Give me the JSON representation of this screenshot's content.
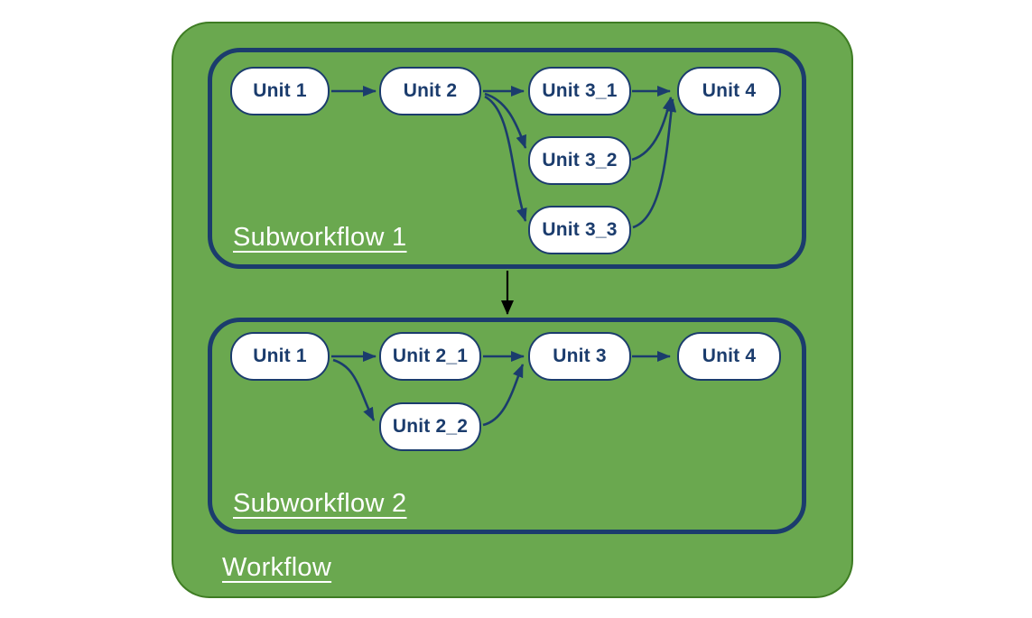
{
  "workflow": {
    "label": "Workflow",
    "subworkflows": [
      {
        "label": "Subworkflow 1",
        "nodes": [
          {
            "label": "Unit 1"
          },
          {
            "label": "Unit 2"
          },
          {
            "label": "Unit 3_1"
          },
          {
            "label": "Unit 3_2"
          },
          {
            "label": "Unit 3_3"
          },
          {
            "label": "Unit 4"
          }
        ],
        "edges": [
          {
            "from": "Unit 1",
            "to": "Unit 2"
          },
          {
            "from": "Unit 2",
            "to": "Unit 3_1"
          },
          {
            "from": "Unit 2",
            "to": "Unit 3_2"
          },
          {
            "from": "Unit 2",
            "to": "Unit 3_3"
          },
          {
            "from": "Unit 3_1",
            "to": "Unit 4"
          },
          {
            "from": "Unit 3_2",
            "to": "Unit 4"
          },
          {
            "from": "Unit 3_3",
            "to": "Unit 4"
          }
        ]
      },
      {
        "label": "Subworkflow 2",
        "nodes": [
          {
            "label": "Unit 1"
          },
          {
            "label": "Unit 2_1"
          },
          {
            "label": "Unit 2_2"
          },
          {
            "label": "Unit 3"
          },
          {
            "label": "Unit 4"
          }
        ],
        "edges": [
          {
            "from": "Unit 1",
            "to": "Unit 2_1"
          },
          {
            "from": "Unit 1",
            "to": "Unit 2_2"
          },
          {
            "from": "Unit 2_1",
            "to": "Unit 3"
          },
          {
            "from": "Unit 2_2",
            "to": "Unit 3"
          },
          {
            "from": "Unit 3",
            "to": "Unit 4"
          }
        ]
      }
    ],
    "edges": [
      {
        "from": "Subworkflow 1",
        "to": "Subworkflow 2"
      }
    ],
    "colors": {
      "canvas": "#ffffff",
      "workflow_fill": "#6aa84f",
      "workflow_border": "#3e7c23",
      "subworkflow_border": "#1b3c6d",
      "node_fill": "#ffffff",
      "node_border": "#1b3c6d",
      "node_text": "#1b3c6d",
      "label_text": "#ffffff",
      "unit_edge": "#1b3c6d",
      "subworkflow_edge": "#000000"
    }
  }
}
